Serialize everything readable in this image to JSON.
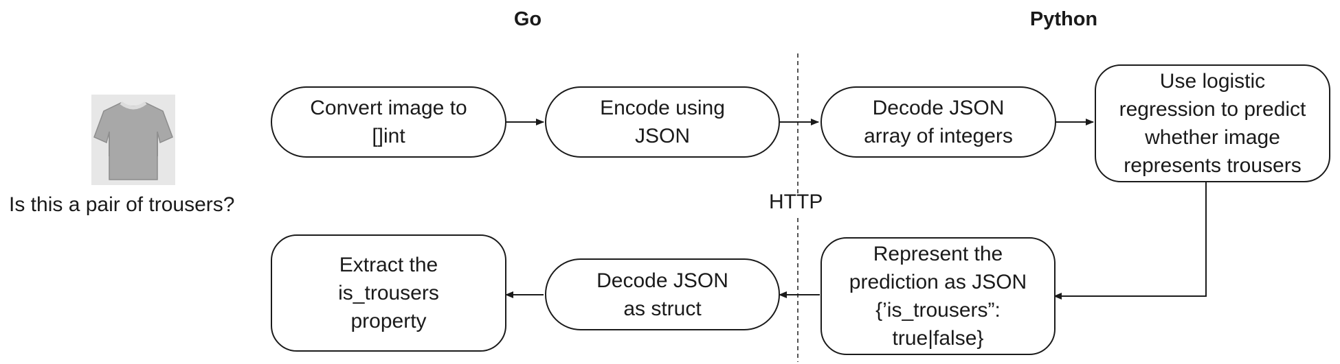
{
  "columns": {
    "go": "Go",
    "python": "Python"
  },
  "input": {
    "image_icon": "tshirt-image",
    "question": "Is this a pair of trousers?"
  },
  "divider": {
    "label": "HTTP"
  },
  "go_nodes": {
    "convert": [
      "Convert image to",
      "[]int"
    ],
    "encode": [
      "Encode using",
      "JSON"
    ],
    "decode_struct": [
      "Decode JSON",
      "as struct"
    ],
    "extract": [
      "Extract the",
      "is_trousers",
      "property"
    ]
  },
  "python_nodes": {
    "decode_array": [
      "Decode JSON",
      "array of integers"
    ],
    "predict": [
      "Use logistic",
      "regression to predict",
      "whether image",
      "represents trousers"
    ],
    "represent": [
      "Represent the",
      "prediction as JSON",
      "{’is_trousers”:",
      "true|false}"
    ]
  }
}
